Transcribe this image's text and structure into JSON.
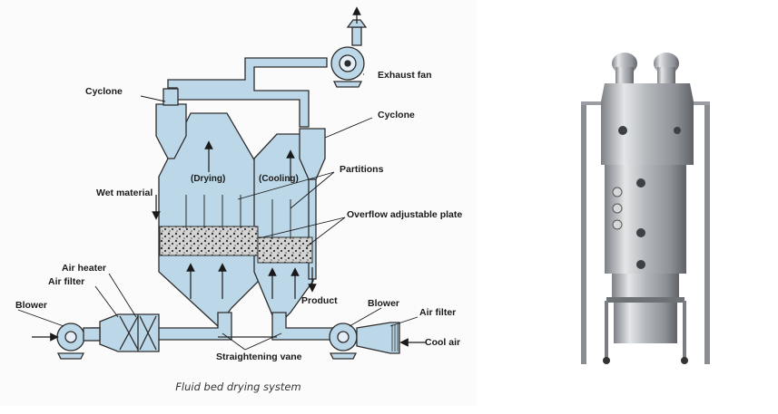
{
  "diagram": {
    "labels": {
      "cyclone_left": "Cyclone",
      "cyclone_right": "Cyclone",
      "exhaust_fan": "Exhaust fan",
      "drying": "(Drying)",
      "cooling": "(Cooling)",
      "partitions": "Partitions",
      "wet_material": "Wet material",
      "overflow_plate": "Overflow adjustable plate",
      "air_heater": "Air heater",
      "air_filter_left": "Air filter",
      "blower_left": "Blower",
      "product": "Product",
      "blower_right": "Blower",
      "air_filter_right": "Air filter",
      "cool_air": "Cool air",
      "straightening_vane": "Straightening vane"
    },
    "caption": "Fluid bed drying system"
  },
  "colors": {
    "pipe_fill": "#bcd7e8",
    "pipe_stroke": "#2c2c2c",
    "bed_fill": "#d9d9d9",
    "steel": "#b8bcc0"
  }
}
